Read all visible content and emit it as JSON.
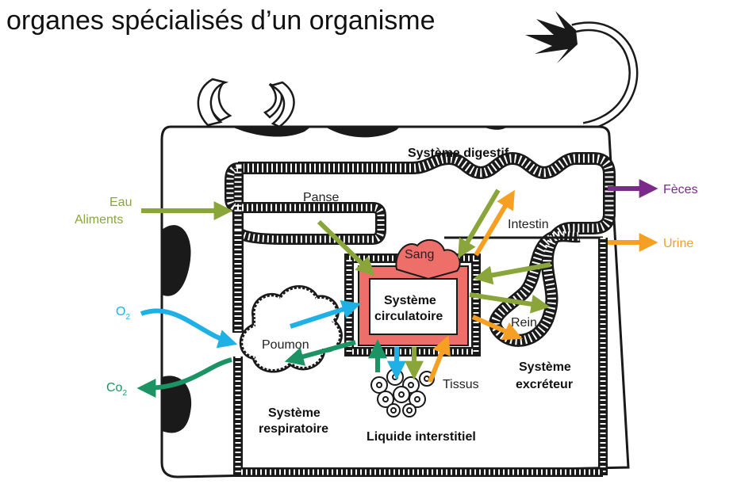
{
  "title": "organes spécialisés d’un organisme",
  "labels": {
    "digestive": "Système digestif",
    "panse": "Panse",
    "intestin": "Intestin",
    "sang": "Sang",
    "circ1": "Système",
    "circ2": "circulatoire",
    "poumon": "Poumon",
    "rein": "Rein",
    "tissus": "Tissus",
    "excr1": "Système",
    "excr2": "excréteur",
    "resp1": "Système",
    "resp2": "respiratoire",
    "interstitiel": "Liquide interstitiel"
  },
  "inputs": {
    "eau": "Eau",
    "aliments": "Aliments",
    "o2": "O",
    "o2_sub": "2",
    "co2": "Co",
    "co2_sub": "2"
  },
  "outputs": {
    "feces": "Fèces",
    "urine": "Urine"
  },
  "colors": {
    "green": "#8aa63a",
    "purple": "#7b2a8c",
    "orange": "#f5a023",
    "blue": "#1fb0e6",
    "teal": "#1c9364",
    "blood": "#ee6f6a",
    "outline": "#1a1a1a"
  }
}
